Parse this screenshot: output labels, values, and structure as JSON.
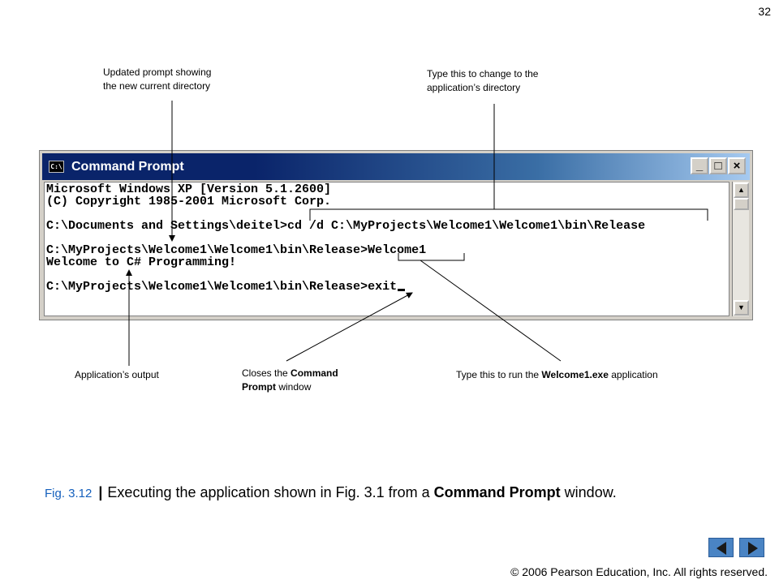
{
  "slide": {
    "page_number": "32",
    "copyright": "© 2006 Pearson Education, Inc.  All rights reserved."
  },
  "annotations": {
    "updated_prompt_line1": "Updated prompt showing",
    "updated_prompt_line2": "the new current directory",
    "change_dir_line1": "Type this to change to the",
    "change_dir_line2": "application’s directory",
    "app_output": "Application’s output",
    "closes_pre": "Closes the ",
    "closes_bold1": "Command",
    "closes_bold2": "Prompt",
    "closes_post": " window",
    "run_pre": "Type this to run the ",
    "run_bold": "Welcome1.exe",
    "run_post": " application"
  },
  "window": {
    "icon_text": "C:\\",
    "title": "Command Prompt",
    "minimize": "_",
    "maximize": "□",
    "close": "×",
    "scroll_up": "▲",
    "scroll_down": "▼",
    "lines": [
      "Microsoft Windows XP [Version 5.1.2600]",
      "(C) Copyright 1985-2001 Microsoft Corp.",
      "",
      "C:\\Documents and Settings\\deitel>cd /d C:\\MyProjects\\Welcome1\\Welcome1\\bin\\Release",
      "",
      "C:\\MyProjects\\Welcome1\\Welcome1\\bin\\Release>Welcome1",
      "Welcome to C# Programming!",
      "",
      "C:\\MyProjects\\Welcome1\\Welcome1\\bin\\Release>exit"
    ]
  },
  "caption": {
    "fig_num": "Fig. 3.12",
    "separator": "|",
    "text_pre": "Executing the application shown in Fig. 3.1 from a ",
    "text_bold": "Command Prompt",
    "text_post": " window."
  },
  "colors": {
    "fig_num": "#1560bd",
    "nav_button": "#4a84c4",
    "titlebar_start": "#0a246a",
    "titlebar_end": "#a6caf0"
  },
  "icons": {
    "prev": "triangle-left-icon",
    "next": "triangle-right-icon"
  }
}
